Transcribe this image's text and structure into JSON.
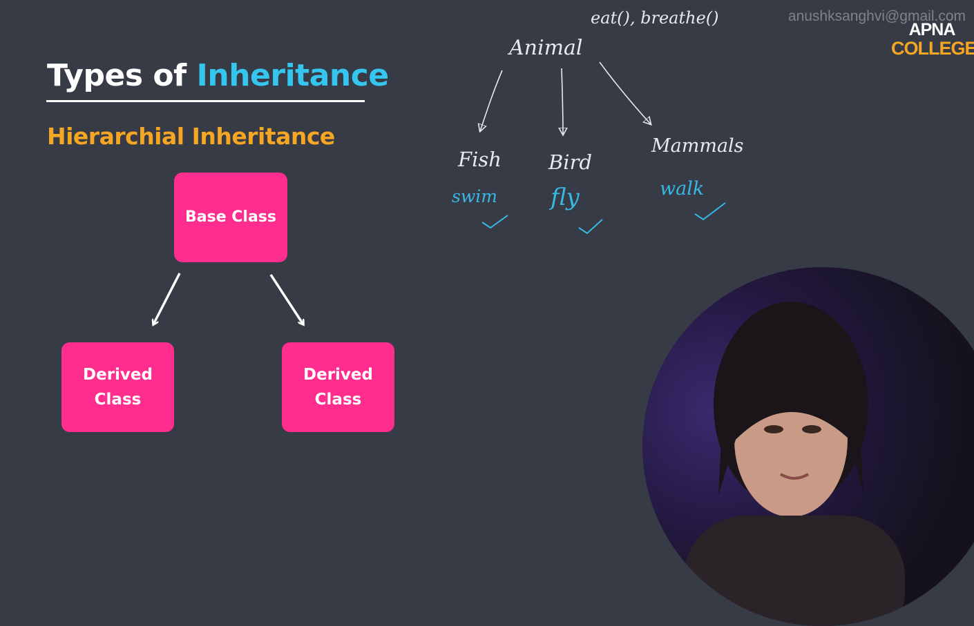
{
  "slide": {
    "title_plain": "Types of ",
    "title_accent": "Inheritance",
    "subtitle": "Hierarchial Inheritance"
  },
  "diagram": {
    "base": "Base Class",
    "derived_left": "Derived\nClass",
    "derived_right": "Derived\nClass"
  },
  "handwriting": {
    "methods": "eat(), breathe()",
    "root": "Animal",
    "children": [
      {
        "name": "Fish",
        "ability": "swim"
      },
      {
        "name": "Bird",
        "ability": "fly"
      },
      {
        "name": "Mammals",
        "ability": "walk"
      }
    ]
  },
  "overlay": {
    "email": "anushksanghvi@gmail.com",
    "logo_line1": "APNA",
    "logo_line2": "COLLEGE"
  },
  "colors": {
    "background": "#373b45",
    "accent_blue": "#35c6f0",
    "accent_orange": "#f5a623",
    "box_pink": "#ff2d8e"
  }
}
